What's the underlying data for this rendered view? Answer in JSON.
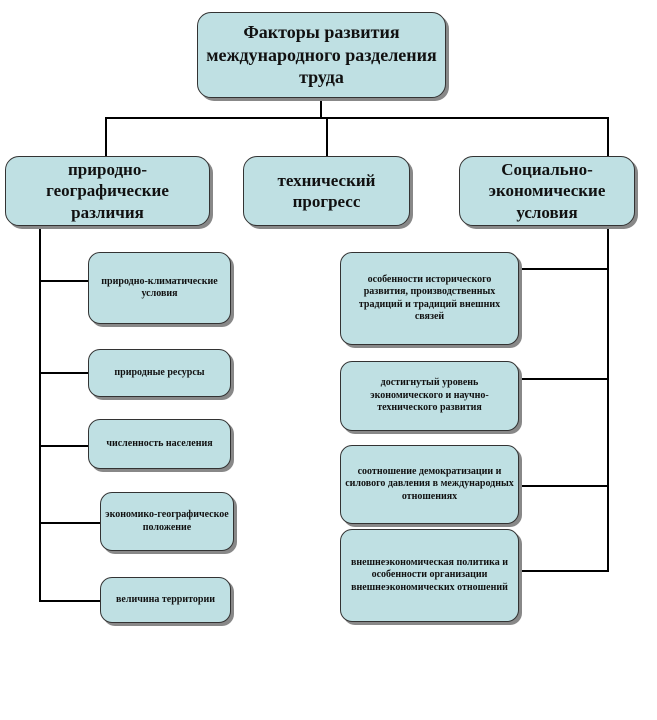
{
  "title": "Факторы развития международного разделения труда",
  "categories": [
    {
      "label": "природно-географические различия",
      "items": [
        "природно-климатические условия",
        "природные ресурсы",
        "численность населения",
        "экономико-географическое положение",
        "величина территории"
      ]
    },
    {
      "label": "технический прогресс",
      "items": []
    },
    {
      "label": "Социально-экономические условия",
      "items": [
        "особенности исторического развития, производственных традиций и традиций внешних связей",
        "достигнутый уровень экономического и научно-технического развития",
        "соотношение демократизации и силового давления в международных отношениях",
        "внешнеэкономическая политика и особенности организации внешнеэкономических отношений"
      ]
    }
  ]
}
